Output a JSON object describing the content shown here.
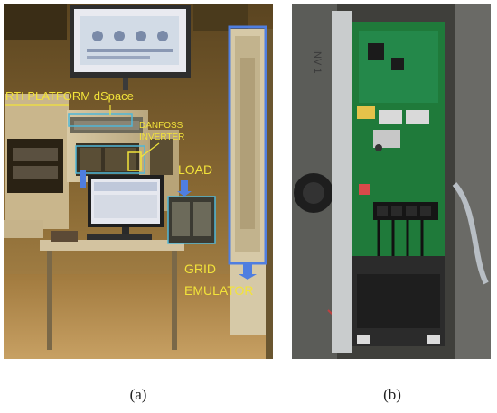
{
  "panels": [
    {
      "caption": "(a)",
      "labels": {
        "rti_platform": "RTI PLATFORM dSpace",
        "danfoss_inverter_line1": "DANFOSS",
        "danfoss_inverter_line2": "INVERTER",
        "load": "LOAD",
        "grid_emulator_line1": "GRID",
        "grid_emulator_line2": "EMULATOR"
      },
      "annotation_colors": {
        "text": "#f2e33a",
        "box_blue": "#4f7ee0",
        "box_cyan": "#4fb7d8",
        "box_yellow": "#f2e33a"
      }
    },
    {
      "caption": "(b)",
      "labels": {
        "module_tag": "INV 1"
      }
    }
  ]
}
